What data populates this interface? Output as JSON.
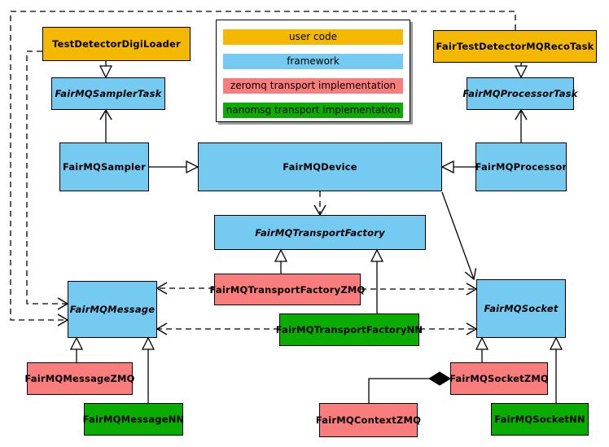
{
  "palette": {
    "user": "#F5B800",
    "framework": "#74CAF0",
    "zeromq": "#FA7D7D",
    "nanomsg": "#0BAC00",
    "line": "#000000",
    "paper": "#FFFFFF"
  },
  "legend": {
    "items": [
      {
        "label": "user code",
        "color": "#F5B800"
      },
      {
        "label": "framework",
        "color": "#74CAF0"
      },
      {
        "label": "zeromq transport implementation",
        "color": "#FA7D7D"
      },
      {
        "label": "nanomsg transport implementation",
        "color": "#0BAC00"
      }
    ]
  },
  "nodes": {
    "testDetectorDigiLoader": {
      "label": "TestDetectorDigiLoader",
      "category": "user",
      "abstract": false
    },
    "fairTestDetectorMQRecoTask": {
      "label": "FairTestDetectorMQRecoTask",
      "category": "user",
      "abstract": false
    },
    "fairMQSamplerTask": {
      "label": "FairMQSamplerTask",
      "category": "framework",
      "abstract": true
    },
    "fairMQProcessorTask": {
      "label": "FairMQProcessorTask",
      "category": "framework",
      "abstract": true
    },
    "fairMQSampler": {
      "label": "FairMQSampler",
      "category": "framework",
      "abstract": false
    },
    "fairMQDevice": {
      "label": "FairMQDevice",
      "category": "framework",
      "abstract": false
    },
    "fairMQProcessor": {
      "label": "FairMQProcessor",
      "category": "framework",
      "abstract": false
    },
    "fairMQTransportFactory": {
      "label": "FairMQTransportFactory",
      "category": "framework",
      "abstract": true
    },
    "fairMQTransportFactoryZMQ": {
      "label": "FairMQTransportFactoryZMQ",
      "category": "zeromq",
      "abstract": false
    },
    "fairMQTransportFactoryNN": {
      "label": "FairMQTransportFactoryNN",
      "category": "nanomsg",
      "abstract": false
    },
    "fairMQMessage": {
      "label": "FairMQMessage",
      "category": "framework",
      "abstract": true
    },
    "fairMQSocket": {
      "label": "FairMQSocket",
      "category": "framework",
      "abstract": true
    },
    "fairMQMessageZMQ": {
      "label": "FairMQMessageZMQ",
      "category": "zeromq",
      "abstract": false
    },
    "fairMQMessageNN": {
      "label": "FairMQMessageNN",
      "category": "nanomsg",
      "abstract": false
    },
    "fairMQSocketZMQ": {
      "label": "FairMQSocketZMQ",
      "category": "zeromq",
      "abstract": false
    },
    "fairMQSocketNN": {
      "label": "FairMQSocketNN",
      "category": "nanomsg",
      "abstract": false
    },
    "fairMQContextZMQ": {
      "label": "FairMQContextZMQ",
      "category": "zeromq",
      "abstract": false
    }
  },
  "edges": [
    {
      "from": "TestDetectorDigiLoader",
      "to": "FairMQSamplerTask",
      "type": "inheritance"
    },
    {
      "from": "FairTestDetectorMQRecoTask",
      "to": "FairMQProcessorTask",
      "type": "inheritance"
    },
    {
      "from": "FairMQSampler",
      "to": "FairMQSamplerTask",
      "type": "association"
    },
    {
      "from": "FairMQProcessor",
      "to": "FairMQProcessorTask",
      "type": "association"
    },
    {
      "from": "FairMQSampler",
      "to": "FairMQDevice",
      "type": "inheritance"
    },
    {
      "from": "FairMQProcessor",
      "to": "FairMQDevice",
      "type": "inheritance"
    },
    {
      "from": "FairMQDevice",
      "to": "FairMQTransportFactory",
      "type": "dependency"
    },
    {
      "from": "FairMQDevice",
      "to": "FairMQSocket",
      "type": "association"
    },
    {
      "from": "FairMQTransportFactoryZMQ",
      "to": "FairMQTransportFactory",
      "type": "inheritance"
    },
    {
      "from": "FairMQTransportFactoryNN",
      "to": "FairMQTransportFactory",
      "type": "inheritance"
    },
    {
      "from": "FairMQTransportFactoryZMQ",
      "to": "FairMQMessage",
      "type": "dependency"
    },
    {
      "from": "FairMQTransportFactoryZMQ",
      "to": "FairMQSocket",
      "type": "dependency"
    },
    {
      "from": "FairMQTransportFactoryNN",
      "to": "FairMQMessage",
      "type": "dependency"
    },
    {
      "from": "FairMQTransportFactoryNN",
      "to": "FairMQSocket",
      "type": "dependency"
    },
    {
      "from": "FairMQMessageZMQ",
      "to": "FairMQMessage",
      "type": "inheritance"
    },
    {
      "from": "FairMQMessageNN",
      "to": "FairMQMessage",
      "type": "inheritance"
    },
    {
      "from": "FairMQSocketZMQ",
      "to": "FairMQSocket",
      "type": "inheritance"
    },
    {
      "from": "FairMQSocketNN",
      "to": "FairMQSocket",
      "type": "inheritance"
    },
    {
      "from": "TestDetectorDigiLoader",
      "to": "FairMQMessage",
      "type": "dependency"
    },
    {
      "from": "FairTestDetectorMQRecoTask",
      "to": "FairMQMessage",
      "type": "dependency"
    },
    {
      "from": "FairMQContextZMQ",
      "to": "FairMQSocketZMQ",
      "type": "composition"
    }
  ]
}
